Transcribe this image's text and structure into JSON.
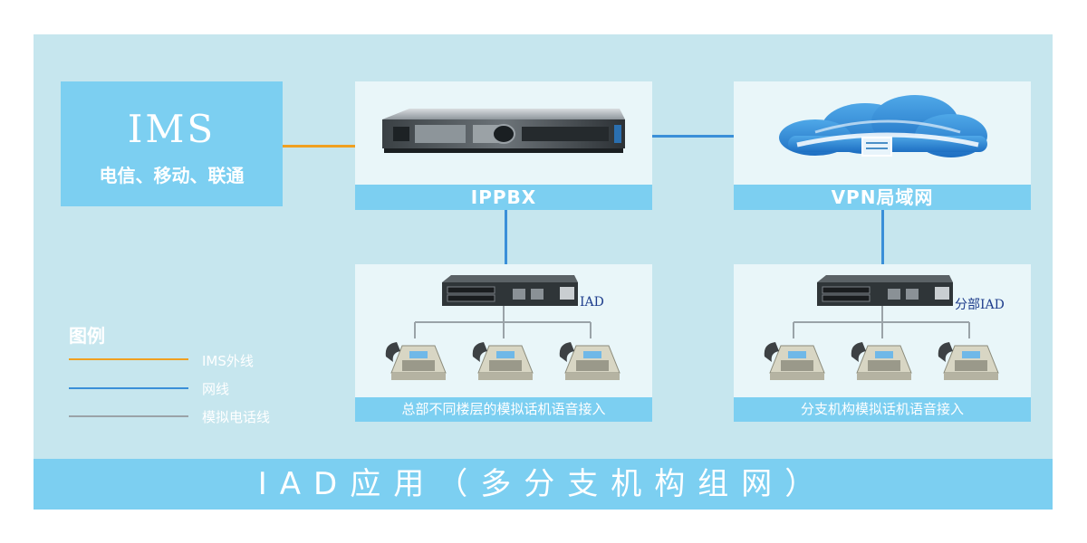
{
  "ims": {
    "title": "IMS",
    "subtitle": "电信、移动、联通"
  },
  "ippbx": {
    "label": "IPPBX"
  },
  "vpn": {
    "label": "VPN局域网"
  },
  "hq": {
    "device_label": "IAD",
    "caption": "总部不同楼层的模拟话机语音接入"
  },
  "branch": {
    "device_label": "分部IAD",
    "caption": "分支机构模拟话机语音接入"
  },
  "legend": {
    "title": "图例",
    "items": [
      {
        "label": "IMS外线",
        "color": "#f0a020"
      },
      {
        "label": "网线",
        "color": "#3a8fd8"
      },
      {
        "label": "模拟电话线",
        "color": "#9aa3a8"
      }
    ]
  },
  "footer": {
    "title": "IAD应用（多分支机构组网）"
  },
  "colors": {
    "panel": "#c6e6ee",
    "accent": "#7ccff1",
    "ims_line": "#f0a020",
    "net_line": "#3a8fd8",
    "phone_line": "#9aa3a8"
  }
}
